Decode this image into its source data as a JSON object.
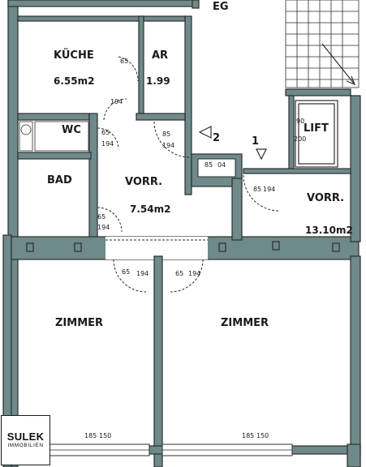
{
  "plan": {
    "floor": "EG",
    "rooms": {
      "kueche": {
        "name": "KÜCHE",
        "area": "6.55m2"
      },
      "ar": {
        "name": "AR",
        "area": "1.99"
      },
      "wc": {
        "name": "WC"
      },
      "bad": {
        "name": "BAD"
      },
      "vorr_left": {
        "name": "VORR.",
        "area": "7.54m2"
      },
      "vorr_right": {
        "name": "VORR.",
        "area": "13.10m2"
      },
      "lift": {
        "name": "LIFT",
        "dims_top": "90",
        "dims_bottom": "200"
      },
      "zimmer_left": {
        "name": "ZIMMER"
      },
      "zimmer_right": {
        "name": "ZIMMER"
      }
    },
    "markers": {
      "one": "1",
      "two": "2"
    },
    "door_dims": {
      "d65_top": "65",
      "d194": "194",
      "d85": "85",
      "d65": "65",
      "d185": "185",
      "d150": "150",
      "d04": "04"
    }
  },
  "logo": {
    "brand": "SULEK",
    "sub": "IMMOBILIEN"
  },
  "colors": {
    "wall": "#6e8a8a",
    "ink": "#1a1a1a"
  }
}
